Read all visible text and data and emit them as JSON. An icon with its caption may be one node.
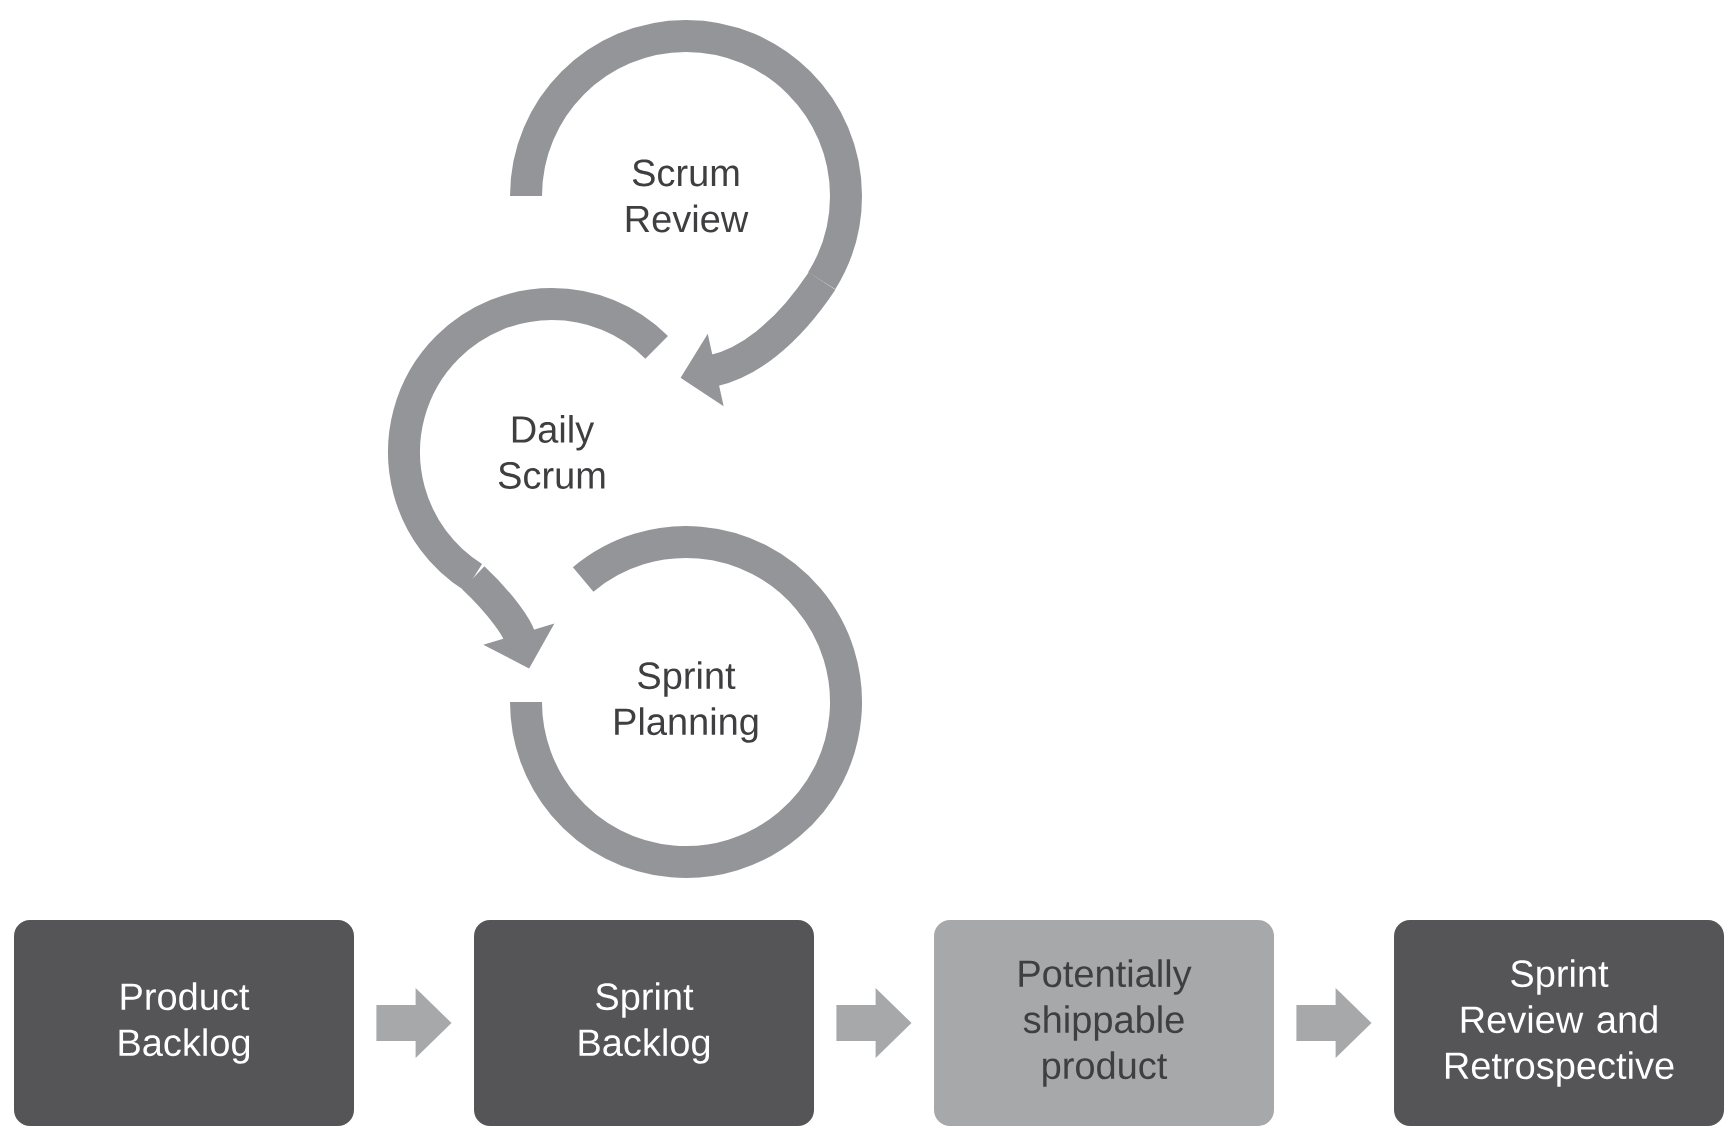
{
  "diagram": {
    "nodes": [
      {
        "text": [
          "Scrum Review"
        ]
      },
      {
        "text": [
          "Daily Scrum"
        ]
      },
      {
        "text": [
          "Sprint Planning"
        ]
      },
      {
        "text": [
          "Product Backlog"
        ]
      },
      {
        "text": [
          "Sprint Backlog"
        ]
      },
      {
        "text": [
          "Potentially shippable product"
        ]
      },
      {
        "text": [
          "Sprint Review and Retrospective"
        ]
      }
    ],
    "edges": [
      {
        "from": 0,
        "to": 1,
        "arrow": "to"
      },
      {
        "from": 1,
        "to": 2,
        "arrow": "to"
      },
      {
        "from": 3,
        "to": 4,
        "arrow": "to"
      },
      {
        "from": 4,
        "to": 5,
        "arrow": "to"
      },
      {
        "from": 5,
        "to": 6,
        "arrow": "to"
      }
    ]
  }
}
